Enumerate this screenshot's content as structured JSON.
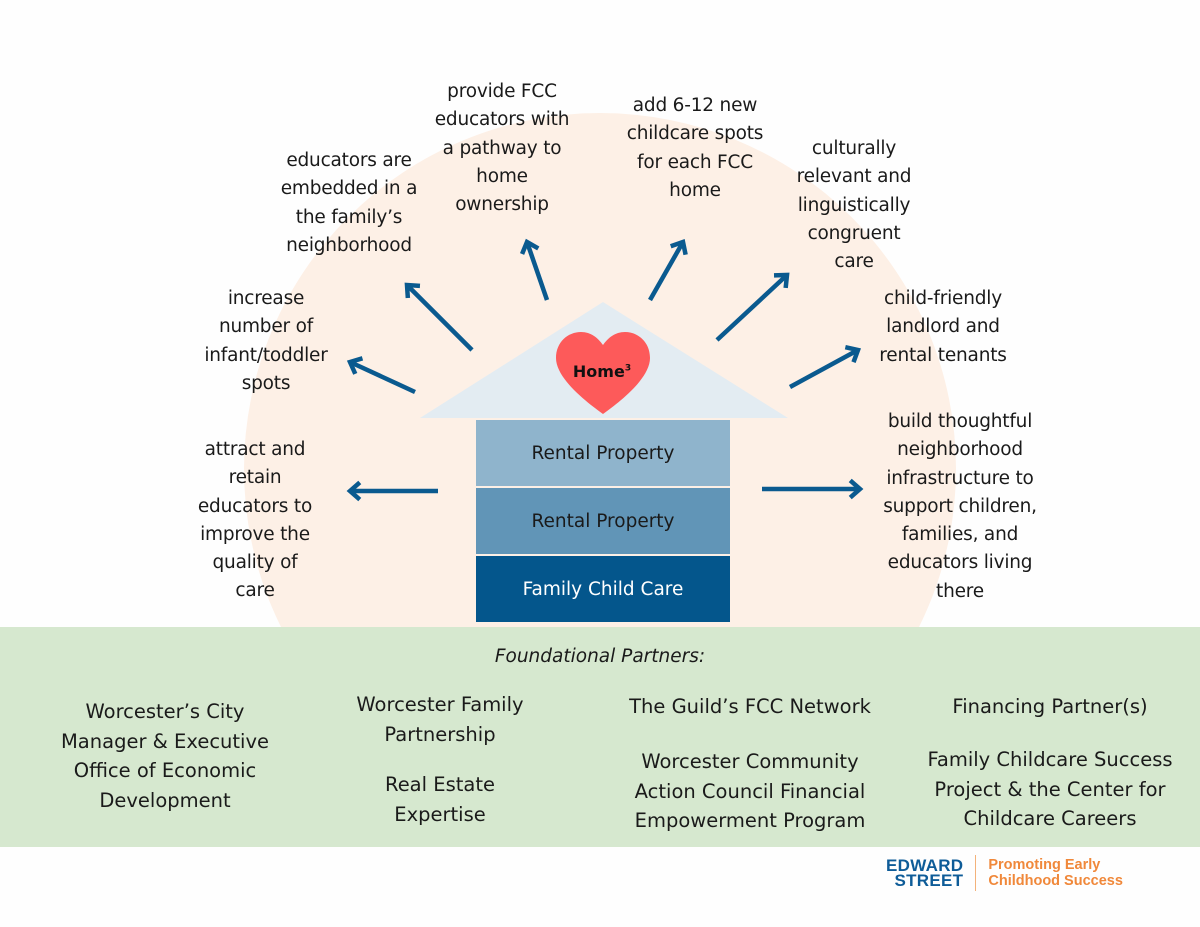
{
  "colors": {
    "circle": "#fdf0e6",
    "roof": "#e3ecf2",
    "heart": "#fd5a5a",
    "arrow": "#0a5a8f",
    "layer_top": "#8fb4cc",
    "layer_mid": "#6195b7",
    "layer_bottom": "#04568c",
    "panel": "#d6e8cf",
    "logo_blue": "#0e5c98",
    "logo_orange": "#f0883a"
  },
  "house": {
    "heart_label": "Home",
    "heart_superscript": "3",
    "layers": [
      "Rental Property",
      "Rental Property",
      "Family Child Care"
    ]
  },
  "outcomes": {
    "pathway": "provide FCC\neducators with\na pathway to\nhome\nownership",
    "childcare_spots": "add 6-12 new\nchildcare spots\nfor each FCC\nhome",
    "neighborhood": "educators are\nembedded in a\nthe family’s\nneighborhood",
    "cultural": "culturally\nrelevant and\nlinguistically\ncongruent\ncare",
    "infant": "increase\nnumber of\ninfant/toddler\nspots",
    "landlord": "child-friendly\nlandlord and\nrental tenants",
    "retain": "attract and\nretain\neducators to\nimprove the\nquality of\ncare",
    "infrastructure": "build thoughtful\nneighborhood\ninfrastructure to\nsupport children,\nfamilies, and\neducators living\nthere"
  },
  "partners": {
    "title": "Foundational Partners:",
    "col1": "Worcester’s City\nManager & Executive\nOffice of Economic\nDevelopment",
    "col2a": "Worcester Family\nPartnership",
    "col2b": "Real Estate\nExpertise",
    "col3a": "The Guild’s FCC Network",
    "col3b": "Worcester Community\nAction Council Financial\nEmpowerment  Program",
    "col4a": "Financing Partner(s)",
    "col4b": "Family Childcare Success\nProject & the Center for\nChildcare Careers"
  },
  "logo": {
    "line1": "EDWARD",
    "line2": "STREET",
    "tagline1": "Promoting Early",
    "tagline2": "Childhood Success"
  }
}
